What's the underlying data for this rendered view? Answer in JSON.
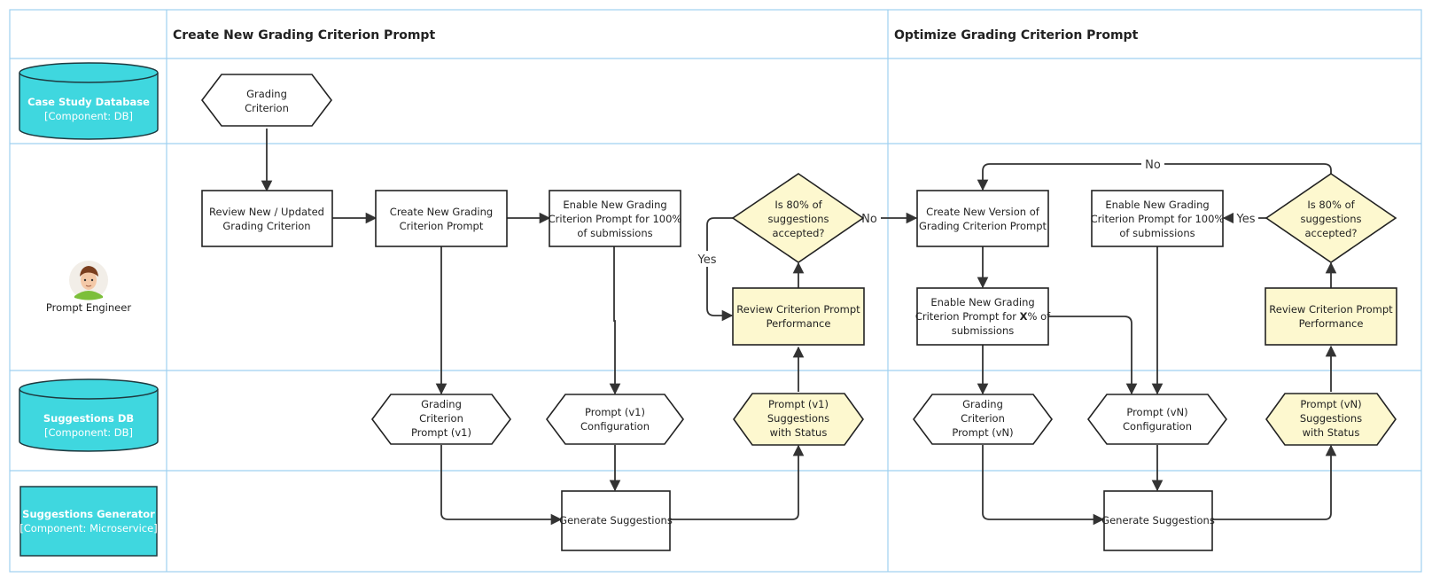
{
  "colors": {
    "lane_border": "#9fd0f0",
    "component_fill": "#3fd7df",
    "highlight_fill": "#fdf8cf",
    "line": "#333333"
  },
  "columns": [
    {
      "id": "phase-create",
      "title": "Create New Grading Criterion Prompt"
    },
    {
      "id": "phase-optimize",
      "title": "Optimize Grading Criterion Prompt"
    }
  ],
  "lanes": [
    {
      "id": "case-db",
      "shape": "cylinder",
      "title": "Case Study Database",
      "subtitle": "[Component: DB]"
    },
    {
      "id": "prompt-engineer",
      "shape": "actor",
      "icon": "person-avatar-icon",
      "title": "Prompt Engineer"
    },
    {
      "id": "suggestions-db",
      "shape": "cylinder",
      "title": "Suggestions DB",
      "subtitle": "[Component: DB]"
    },
    {
      "id": "suggestions-gen",
      "shape": "rect",
      "title": "Suggestions Generator",
      "subtitle": "[Component: Microservice]"
    }
  ],
  "nodes": [
    {
      "id": "grading-criterion",
      "shape": "hexagon",
      "lines": [
        "Grading",
        "Criterion"
      ]
    },
    {
      "id": "review-criterion",
      "shape": "rect",
      "lines": [
        "Review New / Updated",
        "Grading Criterion"
      ]
    },
    {
      "id": "create-prompt",
      "shape": "rect",
      "lines": [
        "Create New Grading",
        "Criterion Prompt"
      ]
    },
    {
      "id": "enable-100-a",
      "shape": "rect",
      "lines": [
        "Enable New Grading",
        "Criterion Prompt for 100%",
        "of submissions"
      ]
    },
    {
      "id": "decision-a",
      "shape": "diamond",
      "fill": "yellow",
      "lines": [
        "Is 80% of",
        "suggestions",
        "accepted?"
      ]
    },
    {
      "id": "review-performance-a",
      "shape": "rect",
      "fill": "yellow",
      "lines": [
        "Review Criterion Prompt",
        "Performance"
      ]
    },
    {
      "id": "criterion-prompt-v1",
      "shape": "hexagon",
      "lines": [
        "Grading",
        "Criterion",
        "Prompt (v1)"
      ]
    },
    {
      "id": "config-v1",
      "shape": "hexagon",
      "lines": [
        "Prompt (v1)",
        "Configuration"
      ]
    },
    {
      "id": "suggestions-status-v1",
      "shape": "hexagon",
      "fill": "yellow",
      "lines": [
        "Prompt (v1)",
        "Suggestions",
        "with Status"
      ]
    },
    {
      "id": "generate-a",
      "shape": "rect",
      "lines": [
        "Generate Suggestions"
      ]
    },
    {
      "id": "new-version",
      "shape": "rect",
      "lines": [
        "Create New Version of",
        "Grading Criterion Prompt"
      ]
    },
    {
      "id": "enable-x",
      "shape": "rect",
      "lines": [
        "Enable New Grading",
        "Criterion Prompt for X% of",
        "submissions"
      ],
      "bold_token": "X"
    },
    {
      "id": "enable-100-b",
      "shape": "rect",
      "lines": [
        "Enable New Grading",
        "Criterion Prompt for 100%",
        "of submissions"
      ]
    },
    {
      "id": "decision-b",
      "shape": "diamond",
      "fill": "yellow",
      "lines": [
        "Is 80% of",
        "suggestions",
        "accepted?"
      ]
    },
    {
      "id": "review-performance-b",
      "shape": "rect",
      "fill": "yellow",
      "lines": [
        "Review Criterion Prompt",
        "Performance"
      ]
    },
    {
      "id": "criterion-prompt-vn",
      "shape": "hexagon",
      "lines": [
        "Grading",
        "Criterion",
        "Prompt (vN)"
      ]
    },
    {
      "id": "config-vn",
      "shape": "hexagon",
      "lines": [
        "Prompt (vN)",
        "Configuration"
      ]
    },
    {
      "id": "suggestions-status-vn",
      "shape": "hexagon",
      "fill": "yellow",
      "lines": [
        "Prompt (vN)",
        "Suggestions",
        "with Status"
      ]
    },
    {
      "id": "generate-b",
      "shape": "rect",
      "lines": [
        "Generate Suggestions"
      ]
    }
  ],
  "edges": [
    {
      "from": "grading-criterion",
      "to": "review-criterion"
    },
    {
      "from": "review-criterion",
      "to": "create-prompt"
    },
    {
      "from": "create-prompt",
      "to": "enable-100-a"
    },
    {
      "from": "create-prompt",
      "to": "criterion-prompt-v1"
    },
    {
      "from": "enable-100-a",
      "to": "config-v1"
    },
    {
      "from": "config-v1",
      "to": "generate-a"
    },
    {
      "from": "criterion-prompt-v1",
      "to": "generate-a"
    },
    {
      "from": "generate-a",
      "to": "suggestions-status-v1"
    },
    {
      "from": "suggestions-status-v1",
      "to": "review-performance-a"
    },
    {
      "from": "review-performance-a",
      "to": "decision-a"
    },
    {
      "from": "decision-a",
      "to": "review-performance-a",
      "label": "Yes"
    },
    {
      "from": "decision-a",
      "to": "new-version",
      "label": "No"
    },
    {
      "from": "new-version",
      "to": "enable-x"
    },
    {
      "from": "enable-x",
      "to": "criterion-prompt-vn"
    },
    {
      "from": "enable-x",
      "to": "config-vn"
    },
    {
      "from": "enable-100-b",
      "to": "config-vn"
    },
    {
      "from": "config-vn",
      "to": "generate-b"
    },
    {
      "from": "criterion-prompt-vn",
      "to": "generate-b"
    },
    {
      "from": "generate-b",
      "to": "suggestions-status-vn"
    },
    {
      "from": "suggestions-status-vn",
      "to": "review-performance-b"
    },
    {
      "from": "review-performance-b",
      "to": "decision-b"
    },
    {
      "from": "decision-b",
      "to": "enable-100-b",
      "label": "Yes"
    },
    {
      "from": "decision-b",
      "to": "new-version",
      "label": "No"
    }
  ]
}
